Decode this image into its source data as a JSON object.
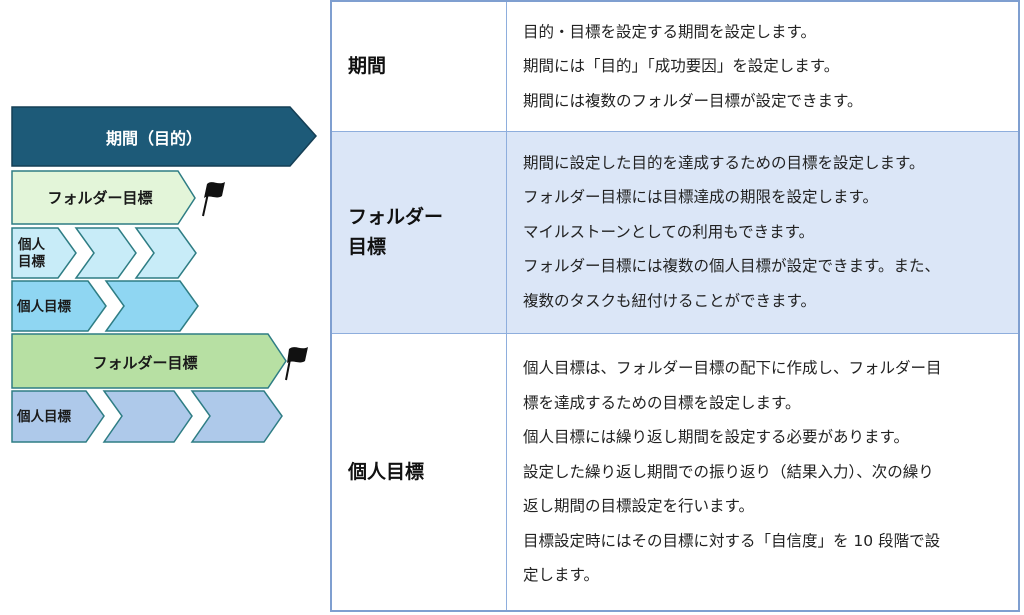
{
  "diagram": {
    "period_label": "期間（目的）",
    "folder_goal_label": "フォルダー目標",
    "personal_goal_label": "個人目標",
    "personal_goal_label_short_line1": "個人",
    "personal_goal_label_short_line2": "目標",
    "flag_icon": "flag-icon",
    "colors": {
      "period": "#1d5a78",
      "folder_goal_1": "#e3f5d9",
      "folder_goal_2": "#b7e0a3",
      "personal_goal_1": "#c8ecf8",
      "personal_goal_2": "#8fd6f2",
      "personal_goal_3": "#aec9ea"
    }
  },
  "table": {
    "rows": [
      {
        "term": "期間",
        "lines": [
          "目的・目標を設定する期間を設定します。",
          "期間には「目的」「成功要因」を設定します。",
          "期間には複数のフォルダー目標が設定できます。"
        ]
      },
      {
        "term_line1": "フォルダー",
        "term_line2": "目標",
        "lines": [
          "期間に設定した目的を達成するための目標を設定します。",
          "フォルダー目標には目標達成の期限を設定します。",
          "マイルストーンとしての利用もできます。",
          "フォルダー目標には複数の個人目標が設定できます。また、",
          "複数のタスクも紐付けることができます。"
        ]
      },
      {
        "term": "個人目標",
        "lines": [
          "個人目標は、フォルダー目標の配下に作成し、フォルダー目",
          "標を達成するための目標を設定します。",
          "個人目標には繰り返し期間を設定する必要があります。",
          "設定した繰り返し期間での振り返り（結果入力）、次の繰り",
          "返し期間の目標設定を行います。",
          "目標設定時にはその目標に対する「自信度」を 10 段階で設",
          "定します。"
        ]
      }
    ]
  }
}
